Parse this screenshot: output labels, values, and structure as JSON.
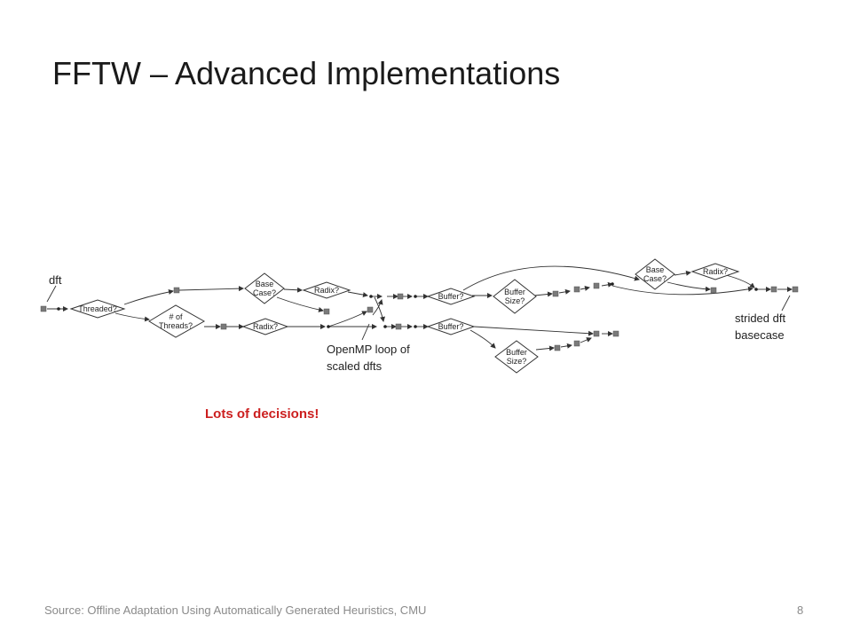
{
  "slide": {
    "title": "FFTW – Advanced Implementations",
    "callout": "Lots of decisions!",
    "footer_source": "Source: Offline Adaptation Using Automatically Generated Heuristics, CMU",
    "page_number": "8"
  },
  "diagram": {
    "annotations": {
      "dft": "dft",
      "openmp_line1": "OpenMP loop of",
      "openmp_line2": "scaled dfts",
      "strided_line1": "strided dft",
      "strided_line2": "basecase"
    },
    "nodes": {
      "threaded": [
        "Threaded?"
      ],
      "num_threads": [
        "# of",
        "Threads?"
      ],
      "base_case_1": [
        "Base",
        "Case?"
      ],
      "radix_1": [
        "Radix?"
      ],
      "radix_2": [
        "Radix?"
      ],
      "buffer_1": [
        "Buffer?"
      ],
      "buffer_size_1": [
        "Buffer",
        "Size?"
      ],
      "buffer_2": [
        "Buffer?"
      ],
      "buffer_size_2": [
        "Buffer",
        "Size?"
      ],
      "base_case_2": [
        "Base",
        "Case?"
      ],
      "radix_3": [
        "Radix?"
      ]
    }
  }
}
